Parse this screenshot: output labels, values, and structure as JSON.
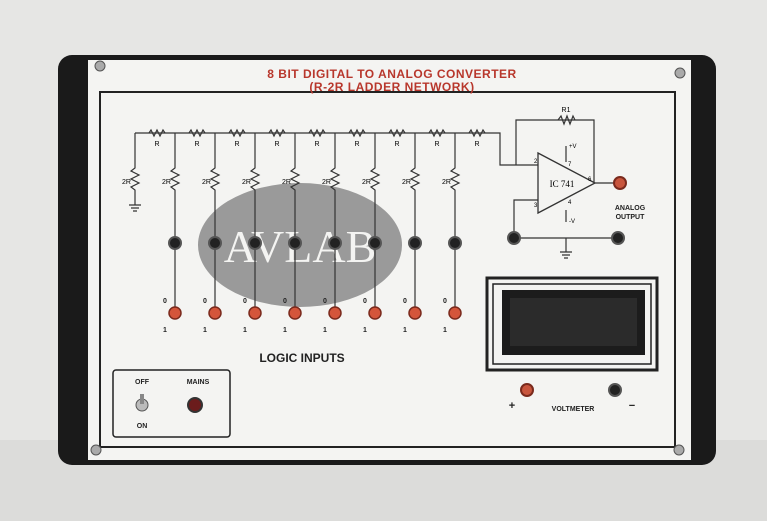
{
  "title": {
    "line1": "8 BIT DIGITAL TO ANALOG CONVERTER",
    "line2": "(R-2R LADDER NETWORK)"
  },
  "logo": "AVLAB",
  "ladder": {
    "series_label": "R",
    "shunt_label": "2R",
    "bits": 8,
    "bit_low_label": "0",
    "bit_high_label": "1"
  },
  "logic_inputs_label": "LOGIC INPUTS",
  "opamp": {
    "name": "IC 741",
    "feedback": "R1",
    "pin_inv": "2",
    "pin_noninv": "3",
    "pin_vplus": "7",
    "pin_vminus": "4",
    "pin_out": "6",
    "vplus": "+V",
    "vminus": "-V"
  },
  "analog_output": {
    "line1": "ANALOG",
    "line2": "OUTPUT"
  },
  "voltmeter": {
    "label": "VOLTMETER",
    "plus": "+",
    "minus": "−"
  },
  "power": {
    "off": "OFF",
    "on": "ON",
    "mains": "MAINS"
  },
  "colors": {
    "title": "#b8372c",
    "socket_red": "#c8553d",
    "panel": "#f4f4f2",
    "plate": "#1a1a1a"
  }
}
